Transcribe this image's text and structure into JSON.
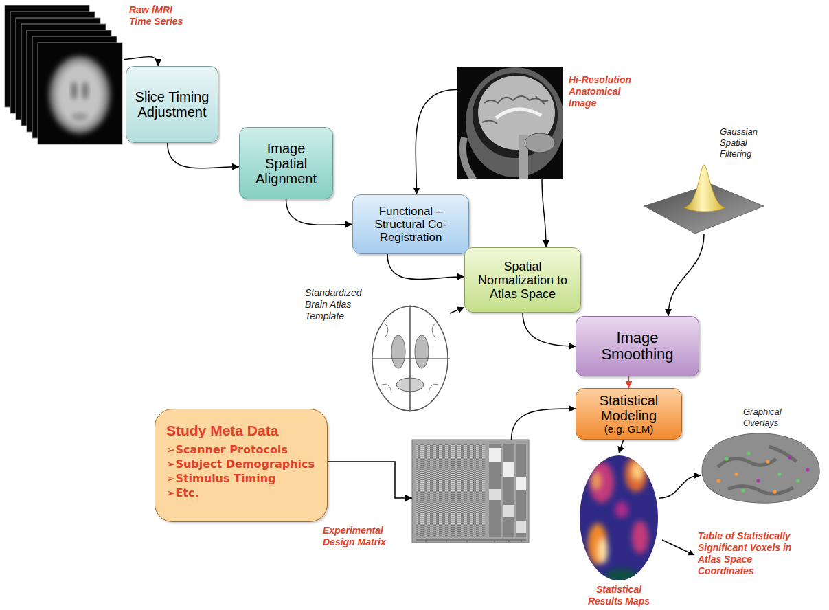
{
  "diagram": {
    "nodes": [
      {
        "text": [
          "Raw fMRI Time Series"
        ]
      },
      {
        "text": [
          "Slice Timing Adjustment"
        ]
      },
      {
        "text": [
          "Image Spatial Alignment"
        ]
      },
      {
        "text": [
          "Hi-Resolution Anatomical Image"
        ]
      },
      {
        "text": [
          "Functional – Structural Co-Registration"
        ]
      },
      {
        "text": [
          "Gaussian Spatial Filtering"
        ]
      },
      {
        "text": [
          "Spatial Normalization to Atlas Space"
        ]
      },
      {
        "text": [
          "Standardized Brain Atlas Template"
        ]
      },
      {
        "text": [
          "Image Smoothing"
        ]
      },
      {
        "text": [
          "Study Meta Data",
          "➢Scanner Protocols",
          "➢Subject Demographics",
          "➢Stimulus Timing",
          "➢Etc."
        ]
      },
      {
        "text": [
          "Experimental Design Matrix"
        ]
      },
      {
        "text": [
          "Statistical Modeling",
          "(e.g. GLM)"
        ]
      },
      {
        "text": [
          "Statistical Results Maps"
        ]
      },
      {
        "text": [
          "Graphical Overlays"
        ]
      }
    ],
    "edges": [
      {
        "from": 0,
        "to": 1,
        "arrow": "to"
      },
      {
        "from": 1,
        "to": 2,
        "arrow": "to"
      },
      {
        "from": 2,
        "to": 4,
        "arrow": "to"
      },
      {
        "from": 3,
        "to": 4,
        "arrow": "to"
      },
      {
        "from": 3,
        "to": 6,
        "arrow": "to"
      },
      {
        "from": 4,
        "to": 6,
        "arrow": "to"
      },
      {
        "from": 7,
        "to": 6,
        "arrow": "to"
      },
      {
        "from": 6,
        "to": 8,
        "arrow": "to"
      },
      {
        "from": 5,
        "to": 8,
        "arrow": "to"
      },
      {
        "from": 8,
        "to": 11,
        "arrow": "to"
      },
      {
        "from": 9,
        "to": 10,
        "arrow": "to"
      },
      {
        "from": 10,
        "to": 11,
        "arrow": "to"
      },
      {
        "from": 11,
        "to": 12,
        "arrow": "to"
      },
      {
        "from": 12,
        "to": 13,
        "arrow": "to"
      }
    ],
    "labels": [
      "Table of Statistically Significant Voxels in Atlas Space Coordinates"
    ]
  }
}
